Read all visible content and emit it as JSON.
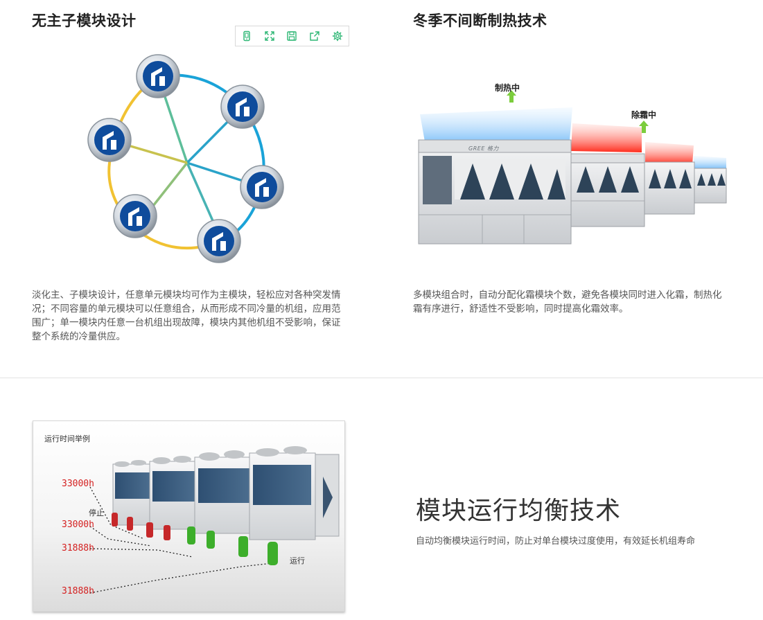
{
  "left": {
    "title": "无主子模块设计",
    "description": "淡化主、子模块设计，任意单元模块均可作为主模块，轻松应对各种突发情况；不同容量的单元模块可以任意组合，从而形成不同冷量的机组，应用范围广；单一模块内任意一台机组出现故障，模块内其他机组不受影响，保证整个系统的冷量供应。"
  },
  "right": {
    "title": "冬季不间断制热技术",
    "label_heating": "制热中",
    "label_defrost": "除霜中",
    "brand": "GREE 格力",
    "description": "多模块组合时，自动分配化霜模块个数，避免各模块同时进入化霜，制热化霜有序进行，舒适性不受影响，同时提高化霜效率。"
  },
  "toolbar": {
    "icons": [
      "phone-icon",
      "expand-icon",
      "save-icon",
      "share-icon",
      "gear-icon"
    ]
  },
  "bottom": {
    "photo_caption": "运行时间举例",
    "readouts": [
      "33000h",
      "33000h",
      "31888h",
      "31888h"
    ],
    "label_stop": "停止",
    "label_run": "运行",
    "title": "模块运行均衡技术",
    "description": "自动均衡模块运行时间，防止对单台模块过度使用，有效延长机组寿命"
  },
  "colors": {
    "accent_green": "#2bb673",
    "ring_blue": "#1aa3d8",
    "ring_yellow": "#f1c232",
    "logo_blue": "#0f4c9c",
    "heat_red": "#ff2b1c",
    "lcd_red": "#d42020"
  }
}
